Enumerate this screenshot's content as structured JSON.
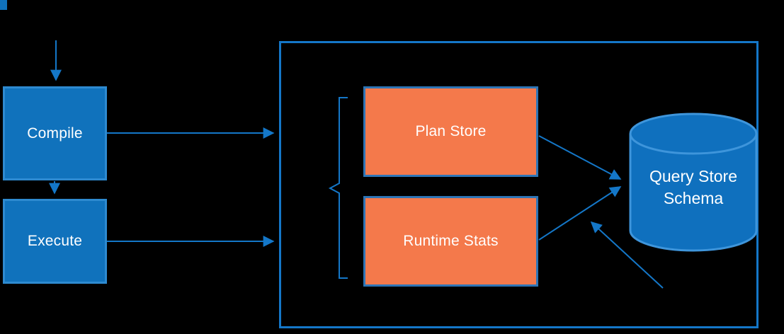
{
  "diagram": {
    "colors": {
      "background": "#000000",
      "node_blue_fill": "#1072BC",
      "node_blue_border": "#2E8AD0",
      "node_orange_fill": "#F4794B",
      "node_orange_border": "#2E75B6",
      "line_blue": "#1477C8",
      "cylinder_fill": "#0F70BE",
      "cylinder_stroke": "#3E95DB",
      "text": "#FFFFFF"
    },
    "nodes": {
      "compile": {
        "label": "Compile"
      },
      "execute": {
        "label": "Execute"
      },
      "plan_store": {
        "label": "Plan Store"
      },
      "runtime_stats": {
        "label": "Runtime Stats"
      },
      "query_store_schema": {
        "label": "Query Store Schema"
      }
    }
  }
}
